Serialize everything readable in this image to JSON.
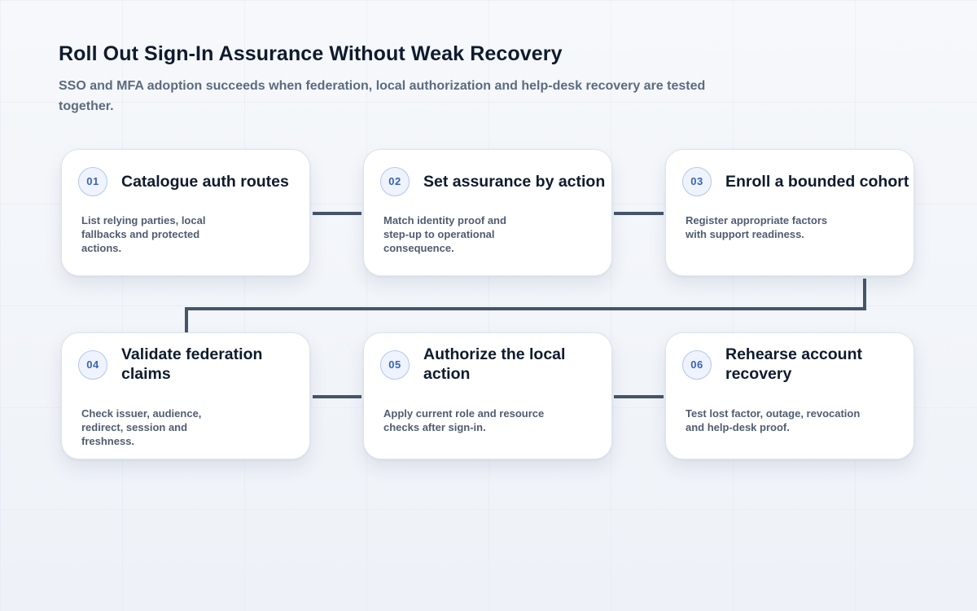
{
  "header": {
    "title": "Roll Out Sign-In Assurance Without Weak Recovery",
    "subtitle": "SSO and MFA adoption succeeds when federation, local authorization and help-desk recovery are tested together."
  },
  "colors": {
    "connector": "#475569",
    "badge_text": "#3a63b8",
    "badge_border": "#b4c7eb",
    "title_text": "#0f1b2d",
    "body_text": "#4f5d70"
  },
  "steps": [
    {
      "number": "01",
      "title": "Catalogue auth routes",
      "description": "List relying parties, local fallbacks and protected actions."
    },
    {
      "number": "02",
      "title": "Set assurance by action",
      "description": "Match identity proof and step-up to operational consequence."
    },
    {
      "number": "03",
      "title": "Enroll a bounded cohort",
      "description": "Register appropriate factors with support readiness."
    },
    {
      "number": "04",
      "title": "Validate federation claims",
      "description": "Check issuer, audience, redirect, session and freshness."
    },
    {
      "number": "05",
      "title": "Authorize the local action",
      "description": "Apply current role and resource checks after sign-in."
    },
    {
      "number": "06",
      "title": "Rehearse account recovery",
      "description": "Test lost factor, outage, revocation and help-desk proof."
    }
  ]
}
